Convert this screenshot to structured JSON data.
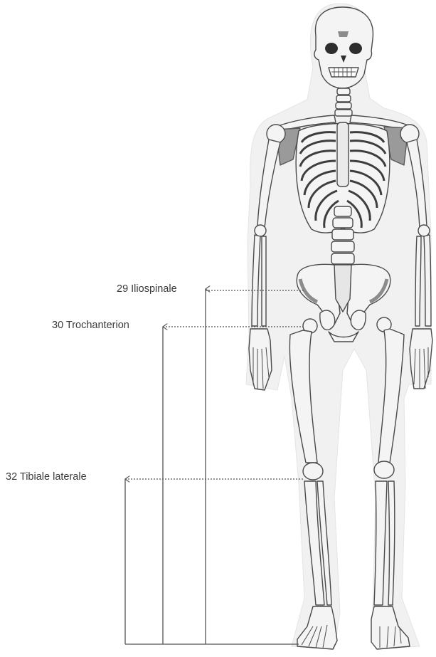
{
  "figure": {
    "labels": {
      "iliospinale": "29 Iliospinale",
      "trochanterion": "30 Trochanterion",
      "tibiale_laterale": "32 Tibiale laterale"
    },
    "colors": {
      "bone_fill": "#f4f4f4",
      "bone_outline": "#4a4a4a",
      "shadow": "#8c8c8c",
      "measure_line": "#555555"
    }
  }
}
